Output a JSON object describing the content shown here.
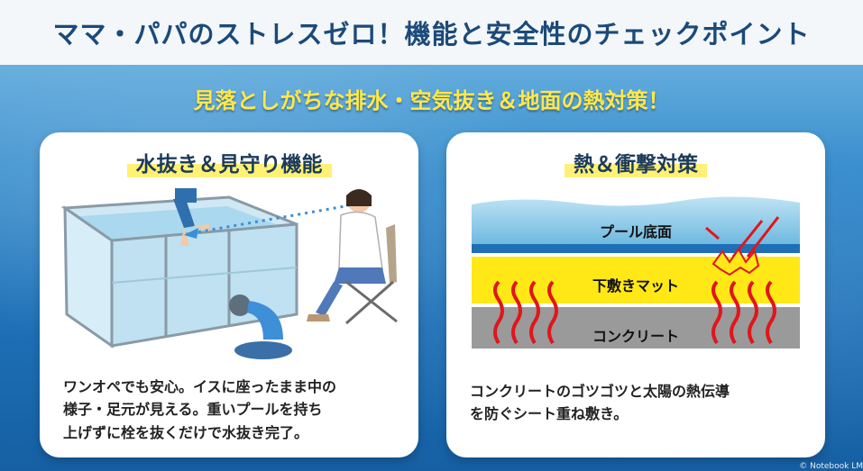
{
  "title": "ママ・パパのストレスゼロ！機能と安全性のチェックポイント",
  "subtitle": "見落としがちな排水・空気抜き＆地面の熱対策！",
  "left_card": {
    "heading": "水抜き＆見守り機能",
    "lines": [
      "ワンオペでも安心。イスに座ったまま中の",
      "様子・足元が見える。重いプールを持ち",
      "上げずに栓を抜くだけで水抜き完了。"
    ]
  },
  "right_card": {
    "heading": "熱＆衝撃対策",
    "layers": [
      "プール底面",
      "下敷きマット",
      "コンクリート"
    ],
    "lines": [
      "コンクリートのゴツゴツと太陽の熱伝導",
      "を防ぐシート重ね敷き。"
    ]
  },
  "watermark": "© Notebook LM",
  "colors": {
    "title_text": "#1b4a7a",
    "subtitle_text": "#ffe84a",
    "highlight": "#fff176",
    "mat_yellow": "#ffe816",
    "heat_arrow": "#e0161b",
    "concrete": "#9a9a9a"
  }
}
